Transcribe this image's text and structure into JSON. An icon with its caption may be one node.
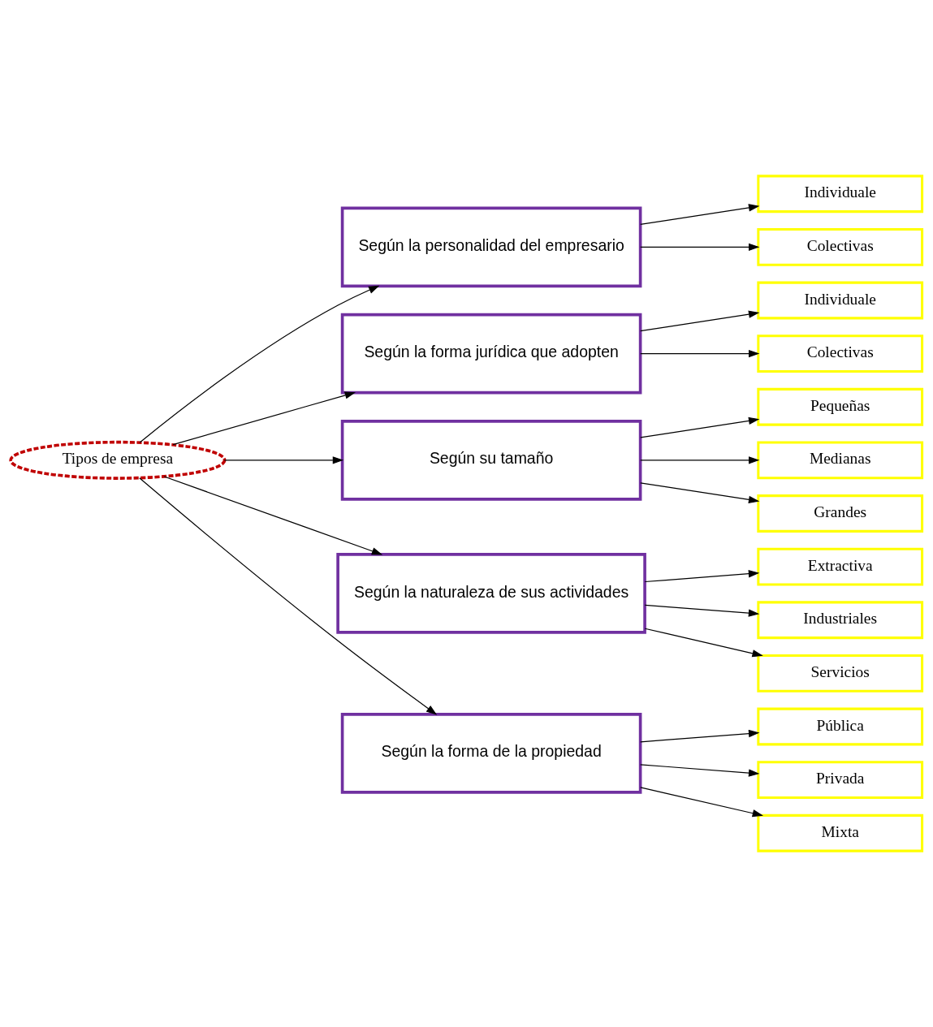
{
  "diagram": {
    "nodes": [
      {
        "text": [
          "Tipos de empresa"
        ]
      },
      {
        "text": [
          "Según la personalidad del empresario"
        ]
      },
      {
        "text": [
          "Individuale"
        ]
      },
      {
        "text": [
          "Colectivas"
        ]
      },
      {
        "text": [
          "Según la forma jurídica que adopten"
        ]
      },
      {
        "text": [
          "Individuale"
        ]
      },
      {
        "text": [
          "Colectivas"
        ]
      },
      {
        "text": [
          "Según su tamaño"
        ]
      },
      {
        "text": [
          "Pequeñas"
        ]
      },
      {
        "text": [
          "Medianas"
        ]
      },
      {
        "text": [
          "Grandes"
        ]
      },
      {
        "text": [
          "Según la naturaleza de sus actividades"
        ]
      },
      {
        "text": [
          "Extractiva"
        ]
      },
      {
        "text": [
          "Industriales"
        ]
      },
      {
        "text": [
          "Servicios"
        ]
      },
      {
        "text": [
          "Según la forma de la propiedad"
        ]
      },
      {
        "text": [
          "Pública"
        ]
      },
      {
        "text": [
          "Privada"
        ]
      },
      {
        "text": [
          "Mixta"
        ]
      }
    ],
    "edges": [
      {
        "from": 0,
        "to": 1,
        "arrow": "to"
      },
      {
        "from": 0,
        "to": 4,
        "arrow": "to"
      },
      {
        "from": 0,
        "to": 7,
        "arrow": "to"
      },
      {
        "from": 0,
        "to": 11,
        "arrow": "to"
      },
      {
        "from": 0,
        "to": 15,
        "arrow": "to"
      },
      {
        "from": 1,
        "to": 2,
        "arrow": "to"
      },
      {
        "from": 1,
        "to": 3,
        "arrow": "to"
      },
      {
        "from": 4,
        "to": 5,
        "arrow": "to"
      },
      {
        "from": 4,
        "to": 6,
        "arrow": "to"
      },
      {
        "from": 7,
        "to": 8,
        "arrow": "to"
      },
      {
        "from": 7,
        "to": 9,
        "arrow": "to"
      },
      {
        "from": 7,
        "to": 10,
        "arrow": "to"
      },
      {
        "from": 11,
        "to": 12,
        "arrow": "to"
      },
      {
        "from": 11,
        "to": 13,
        "arrow": "to"
      },
      {
        "from": 11,
        "to": 14,
        "arrow": "to"
      },
      {
        "from": 15,
        "to": 16,
        "arrow": "to"
      },
      {
        "from": 15,
        "to": 17,
        "arrow": "to"
      },
      {
        "from": 15,
        "to": 18,
        "arrow": "to"
      }
    ]
  }
}
